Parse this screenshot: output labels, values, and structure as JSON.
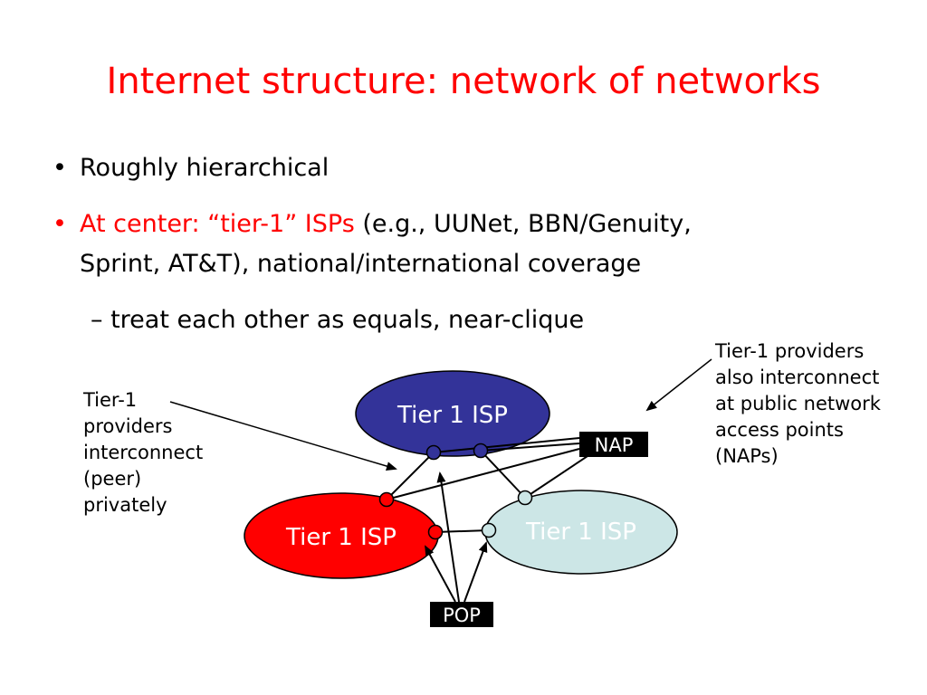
{
  "title": "Internet structure: network of networks",
  "bullets": [
    {
      "text": "Roughly hierarchical"
    },
    {
      "red_text": "At center: “tier-1” ISPs",
      "rest_line1": " (e.g., UUNet, BBN/Genuity,",
      "line2": "Sprint, AT&T), national/international coverage"
    }
  ],
  "sub_bullet": "– treat each other as equals, near-clique",
  "notes": {
    "left": "Tier-1\nproviders\ninterconnect\n(peer)\nprivately",
    "right": "Tier-1 providers\nalso interconnect\nat public network\naccess points\n(NAPs)"
  },
  "diagram": {
    "isp_top": "Tier 1 ISP",
    "isp_left": "Tier 1 ISP",
    "isp_right": "Tier 1 ISP",
    "nap": "NAP",
    "pop": "POP"
  },
  "colors": {
    "title": "#ff0000",
    "isp_top_fill": "#333399",
    "isp_left_fill": "#ff0000",
    "isp_right_fill": "#cce6e6",
    "isp_right_text": "#ffffff"
  }
}
